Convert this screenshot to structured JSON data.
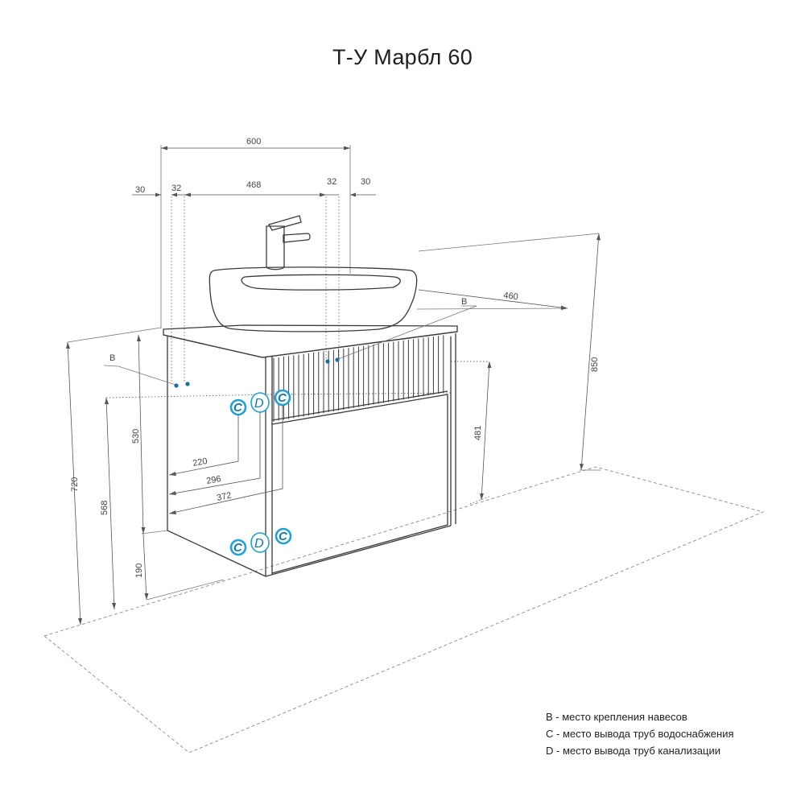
{
  "title": "Т-У Марбл 60",
  "dimensions": {
    "width_total": "600",
    "edge_left": "30",
    "bracket_left": "32",
    "bracket_span": "468",
    "bracket_right": "32",
    "edge_right": "30",
    "depth": "460",
    "height_total": "850",
    "height_720": "720",
    "height_568": "568",
    "height_530": "530",
    "height_190": "190",
    "height_481": "481",
    "offset_220": "220",
    "offset_296": "296",
    "offset_372": "372"
  },
  "markers": {
    "b_left": "B",
    "b_right": "B",
    "c": "C",
    "d": "D"
  },
  "legend": [
    "B - место крепления навесов",
    "C - место вывода труб водоснабжения",
    "D - место вывода труб канализации"
  ],
  "colors": {
    "accent": "#1fa1d6",
    "accent_text": "#1578a8",
    "line": "#3a3a3a"
  }
}
